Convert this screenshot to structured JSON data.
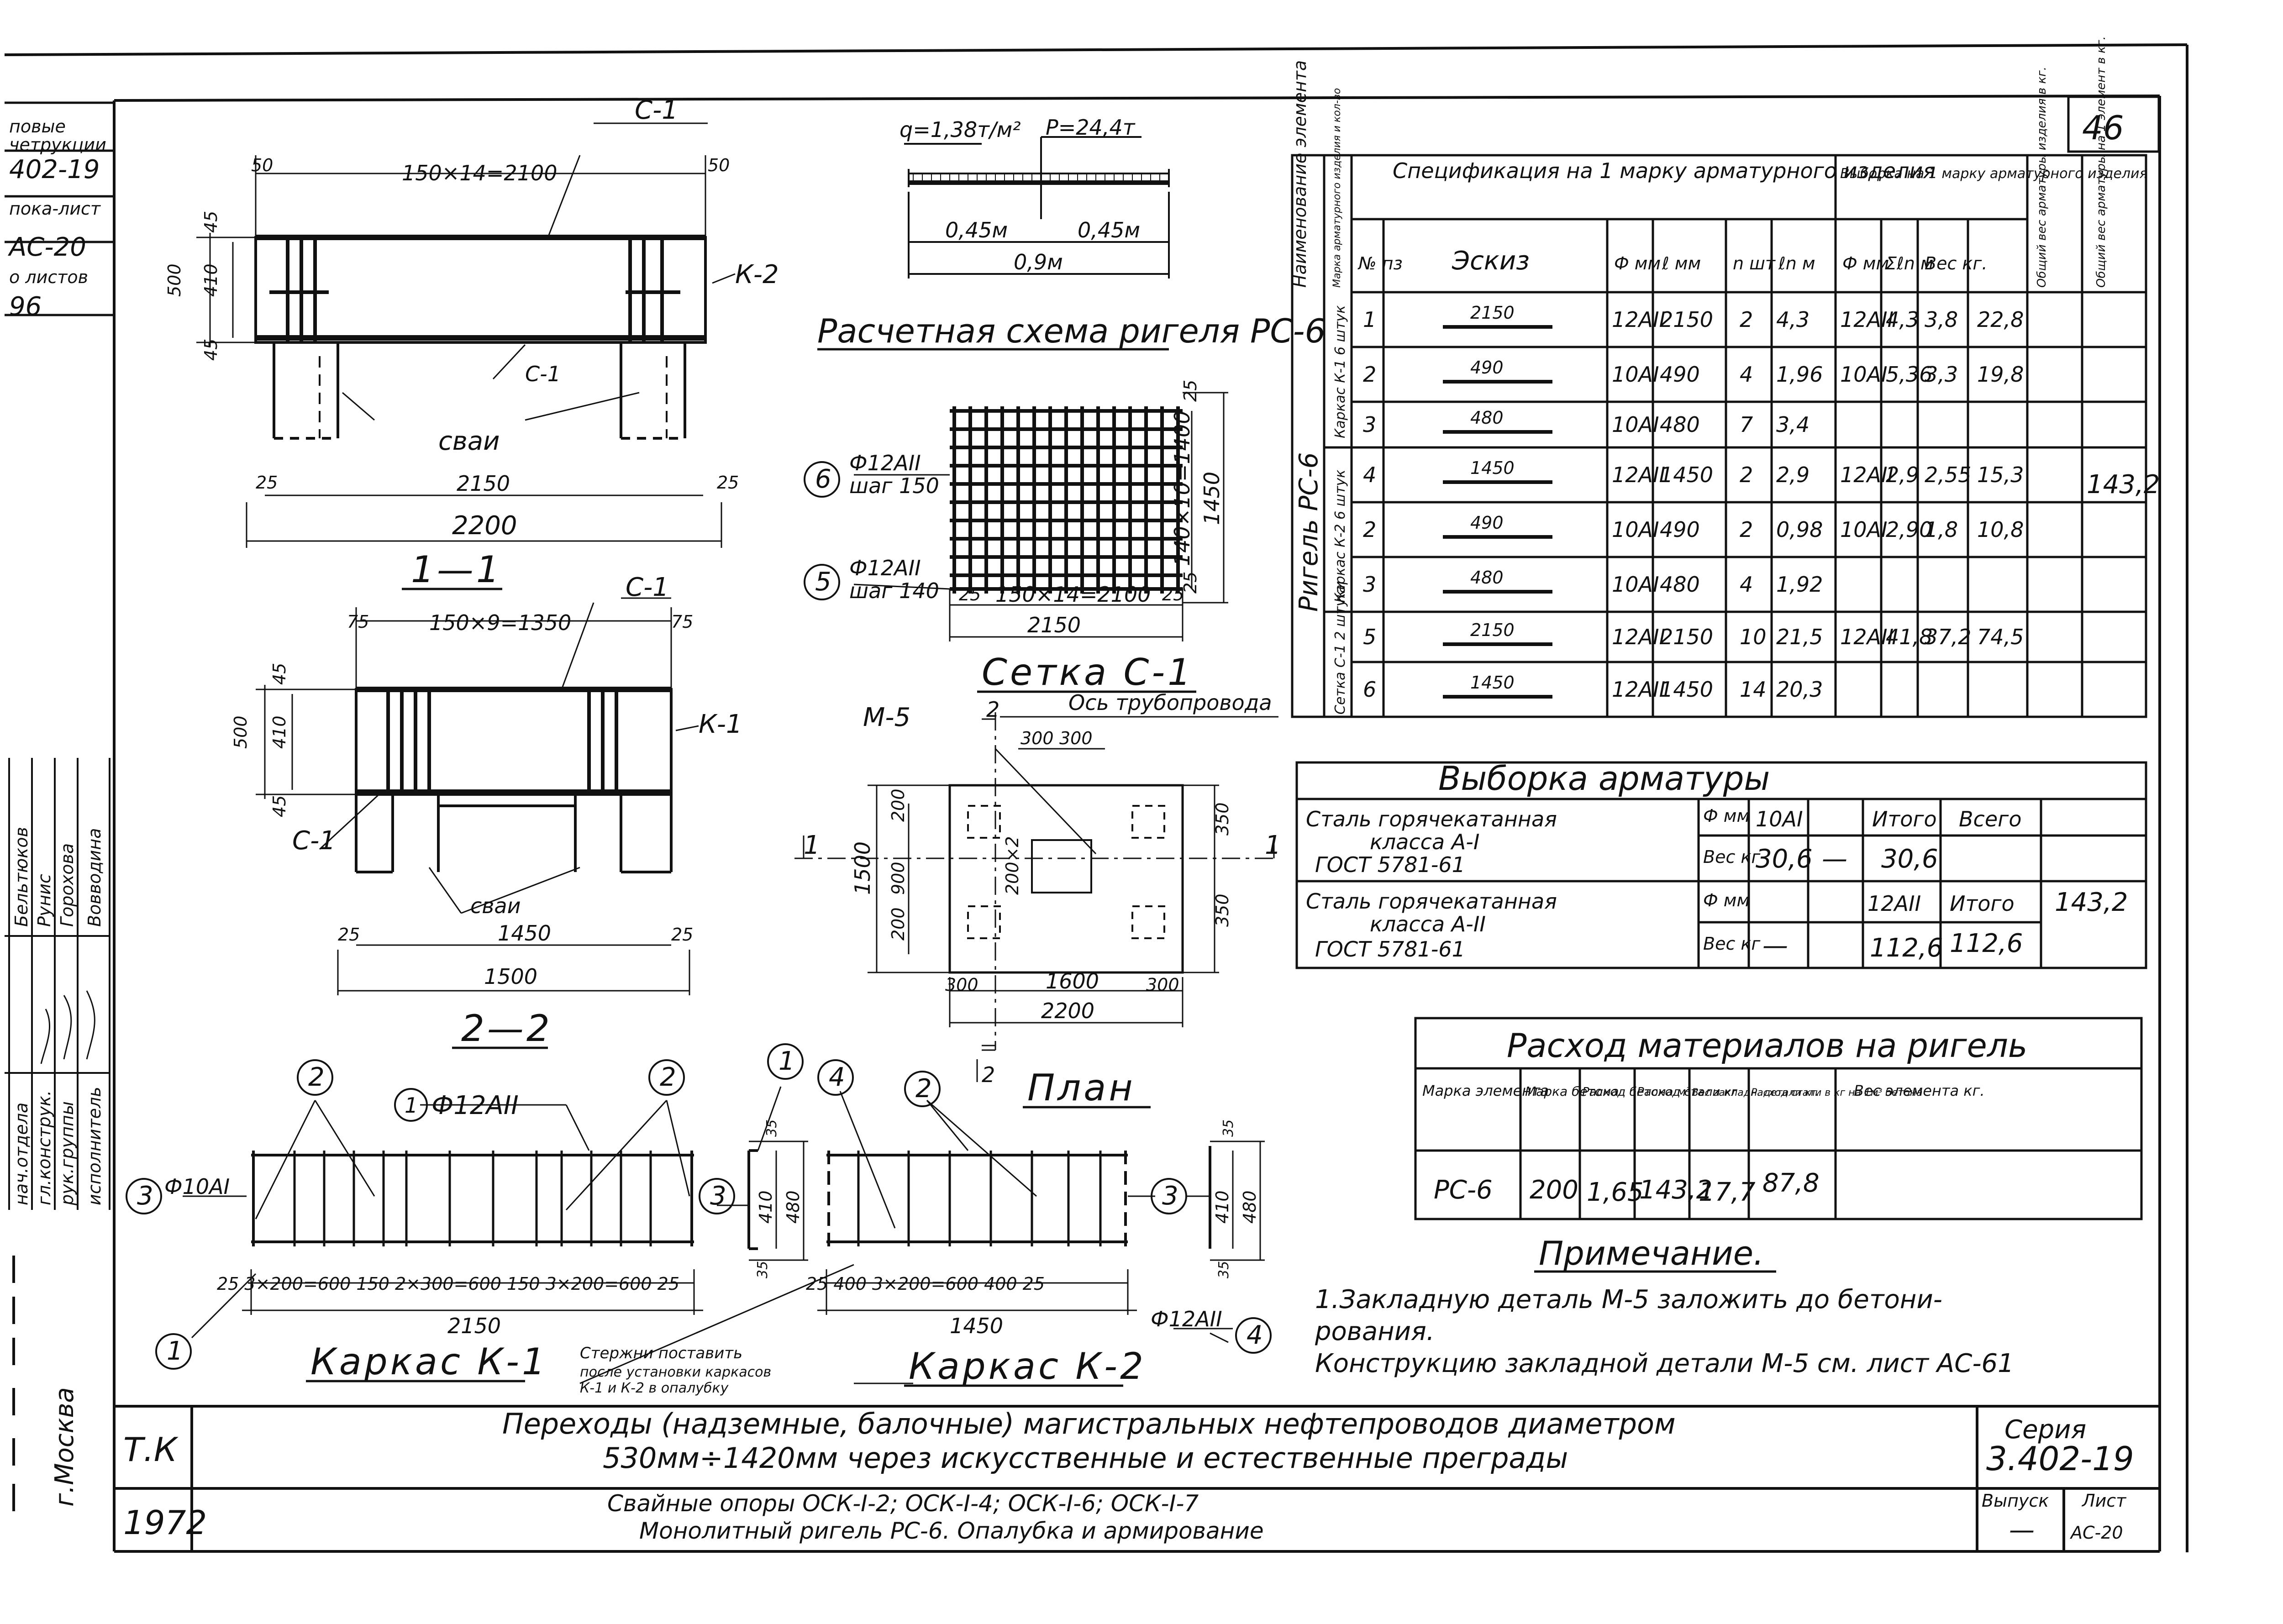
{
  "sheet_number": "46",
  "stamp_left": {
    "rows": [
      "повые",
      "четрукции",
      "402-19",
      "пока-лист",
      "АС-20",
      "о листов",
      "96"
    ]
  },
  "signatures": {
    "roles": [
      "нач.отдела",
      "гл.конструк.",
      "рук.группы",
      "исполнитель"
    ],
    "names": [
      "Бельтюков",
      "Рунис",
      "Горохова",
      "Вовводина"
    ]
  },
  "city": "г.Москва",
  "view_top": {
    "dim_top": "150×14=2100",
    "dim_50a": "50",
    "dim_50b": "50",
    "label_c1": "С-1",
    "label_c1b": "С-1",
    "label_k2": "К-2",
    "label_piles": "сваи",
    "dim_500": "500",
    "dim_410": "410",
    "dim_45a": "45",
    "dim_45b": "45",
    "dim_25a": "25",
    "dim_25b": "25",
    "dim_2150": "2150",
    "dim_2200": "2200",
    "section": "1—1"
  },
  "view_22": {
    "dim_top": "150×9=1350",
    "dim_75a": "75",
    "dim_75b": "75",
    "label_c1": "С-1",
    "label_c1b": "С-1",
    "label_k1": "К-1",
    "label_piles": "сваи",
    "dim_500": "500",
    "dim_410": "410",
    "dim_45a": "45",
    "dim_45b": "45",
    "dim_25a": "25",
    "dim_25b": "25",
    "dim_1450": "1450",
    "dim_1500": "1500",
    "section": "2—2"
  },
  "calc_scheme": {
    "q": "q=1,38т/м²",
    "p": "P=24,4т",
    "half_a": "0,45м",
    "half_b": "0,45м",
    "span": "0,9м",
    "title": "Расчетная схема ригеля РС-6"
  },
  "mesh": {
    "callout6": "6",
    "callout6_text": "Ф12АII",
    "callout6_step": "шаг 150",
    "callout5": "5",
    "callout5_text": "Ф12АII",
    "callout5_step": "шаг 140",
    "dim_25a": "25",
    "dim_25b": "25",
    "dim_25c": "25",
    "dim_25d": "25",
    "dim_bottom": "150×14=2100",
    "dim_2150": "2150",
    "dim_right": "140×10=1400",
    "dim_1450": "1450",
    "title": "Сетка С-1"
  },
  "plan": {
    "label_m5": "М-5",
    "mark2": "2",
    "axis": "Ось трубопровода",
    "dim_300a": "300",
    "dim_300b": "300",
    "dim_300c": "300",
    "dim_300d": "300",
    "dim_200a": "200",
    "dim_200b": "200",
    "dim_900": "900",
    "dim_1500": "1500",
    "dim_350a": "350",
    "dim_350b": "350",
    "dim_1600": "1600",
    "dim_2200": "2200",
    "dim_200x2": "200×2",
    "mark1a": "1",
    "mark1b": "1",
    "mark2b": "2",
    "title": "План"
  },
  "spec": {
    "col_element": "Наименование элемента",
    "col_mark": "Марка арматурного изделия и кол-во",
    "header_spec": "Спецификация на 1 марку арматурного изделия",
    "header_select": "Выборка на 1 марку арматурного изделия",
    "col_total_weight": "Общий вес арматуры изделия в кг.",
    "col_total_element": "Общий вес арматуры на 1 элемент в кг.",
    "sub_cols": [
      "№ пз",
      "Эскиз",
      "Ф мм",
      "ℓ мм",
      "n шт",
      "ℓn м",
      "Ф мм",
      "Σℓn м",
      "Вес кг."
    ],
    "element_name": "Ригель РС-6",
    "group_k1": "Каркас К-1 6 штук",
    "group_k2": "Каркас К-2 6 штук",
    "group_c1": "Сетка С-1 2 штуки",
    "rows": [
      {
        "n": "1",
        "sketch": "2150",
        "d": "12АII",
        "l": "2150",
        "cnt": "2",
        "ln": "4,3",
        "sd": "12АII",
        "sl": "4,3",
        "w": "3,8",
        "tw": "22,8"
      },
      {
        "n": "2",
        "sketch": "490",
        "d": "10АI",
        "l": "490",
        "cnt": "4",
        "ln": "1,96",
        "sd": "10АI",
        "sl": "5,36",
        "w": "3,3",
        "tw": "19,8"
      },
      {
        "n": "3",
        "sketch": "480",
        "d": "10АI",
        "l": "480",
        "cnt": "7",
        "ln": "3,4",
        "sd": "",
        "sl": "",
        "w": "",
        "tw": ""
      },
      {
        "n": "4",
        "sketch": "1450",
        "d": "12АII",
        "l": "1450",
        "cnt": "2",
        "ln": "2,9",
        "sd": "12АII",
        "sl": "2,9",
        "w": "2,55",
        "tw": "15,3"
      },
      {
        "n": "2",
        "sketch": "490",
        "d": "10АI",
        "l": "490",
        "cnt": "2",
        "ln": "0,98",
        "sd": "10АI",
        "sl": "2,90",
        "w": "1,8",
        "tw": "10,8"
      },
      {
        "n": "3",
        "sketch": "480",
        "d": "10АI",
        "l": "480",
        "cnt": "4",
        "ln": "1,92",
        "sd": "",
        "sl": "",
        "w": "",
        "tw": ""
      },
      {
        "n": "5",
        "sketch": "2150",
        "d": "12АII",
        "l": "2150",
        "cnt": "10",
        "ln": "21,5",
        "sd": "12АII",
        "sl": "41,8",
        "w": "37,2",
        "tw": "74,5"
      },
      {
        "n": "6",
        "sketch": "1450",
        "d": "12АII",
        "l": "1450",
        "cnt": "14",
        "ln": "20,3",
        "sd": "",
        "sl": "",
        "w": "",
        "tw": ""
      }
    ],
    "grand_total": "143,2"
  },
  "selection": {
    "title": "Выборка арматуры",
    "steel1": [
      "Сталь горячекатанная",
      "класса А-I",
      "ГОСТ 5781-61"
    ],
    "steel2": [
      "Сталь горячекатанная",
      "класса А-II",
      "ГОСТ 5781-61"
    ],
    "phi_mm": "Ф мм",
    "wt_kg": "Вес кг",
    "h_10a1": "10АI",
    "h_itogo": "Итого",
    "h_vsego": "Всего",
    "v_306": "30,6",
    "v_dash": "—",
    "v_306b": "30,6",
    "h_12a2": "12АII",
    "h_itogo2": "Итого",
    "v_dash2": "—",
    "v_1126": "112,6",
    "v_1126b": "112,6",
    "total": "143,2"
  },
  "materials": {
    "title": "Расход материалов на ригель",
    "headers": [
      "Марка элемента",
      "Марка бетона",
      "Расход бетона м³",
      "Расход стали кг",
      "Вес закладн. детали кг.",
      "Расход стали в кг на 1м³ бетона",
      "Вес элемента кг."
    ],
    "row": [
      "РС-6",
      "200",
      "1,65",
      "143,2",
      "17,7",
      "87,8",
      ""
    ]
  },
  "notes": {
    "title": "Примечание.",
    "line1": "1.Закладную деталь М-5 заложить до бетони-",
    "line2": "рования.",
    "line3": "Конструкцию закладной детали М-5 см. лист АС-61"
  },
  "frame_k1": {
    "c2a": "2",
    "c2b": "2",
    "c1": "1",
    "c1_text": "Ф12АII",
    "c3": "3",
    "c3_text": "Ф10АI",
    "c1b": "1",
    "dims": "25  3×200=600  150  2×300=600  150  3×200=600  25",
    "dim_2150": "2150",
    "title": "Каркас К-1",
    "note1": "Стержни поставить",
    "note2": "после установки каркасов",
    "note3": "К-1 и К-2 в опалубку"
  },
  "frame_side": {
    "c1": "1",
    "c3": "3",
    "d35": "35",
    "d410": "410",
    "d480": "480",
    "d35b": "35"
  },
  "frame_k2": {
    "c4": "4",
    "c2": "2",
    "c3": "3",
    "c4b": "4",
    "c4b_text": "Ф12АII",
    "dims": "25  400  3×200=600  400  25",
    "dim_1450": "1450",
    "title": "Каркас К-2",
    "d35": "35",
    "d410": "410",
    "d480": "480",
    "d35b": "35"
  },
  "title_block": {
    "org": "Т.К",
    "year": "1972",
    "title1": "Переходы (надземные, балочные) магистральных нефтепроводов диаметром",
    "title2": "530мм÷1420мм через искусственные и естественные преграды",
    "sub1": "Свайные опоры ОСК-I-2; ОСК-I-4; ОСК-I-6; ОСК-I-7",
    "sub2": "Монолитный ригель РС-6. Опалубка и армирование",
    "series_label": "Серия",
    "series": "3.402-19",
    "issue_label": "Выпуск",
    "issue": "—",
    "sheet_label": "Лист",
    "sheet": "АС-20"
  }
}
